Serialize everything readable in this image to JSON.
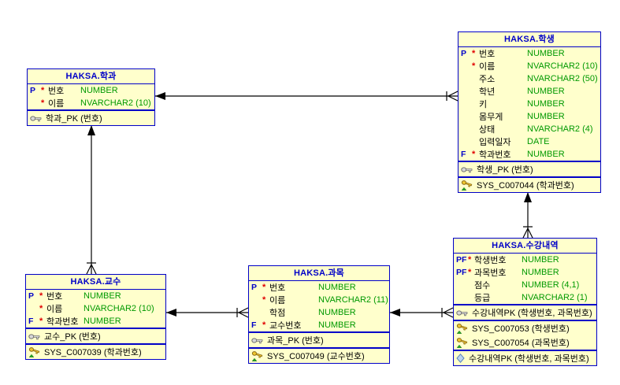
{
  "diagram_title": "HAKSA schema ER diagram",
  "colors": {
    "table_fill": "#FFFFCC",
    "table_border": "#0000C8",
    "title_text": "#0000C8",
    "column_name": "#000000",
    "column_type": "#009900",
    "key_marker": "#0000C8",
    "required_star": "#E00000",
    "relationship_line": "#000000",
    "background": "#FFFFFF"
  },
  "tables": [
    {
      "id": "hakgwa",
      "title": "HAKSA.학과",
      "columns": [
        {
          "marker": "P",
          "star": "*",
          "name": "번호",
          "type": "NUMBER"
        },
        {
          "marker": "",
          "star": "*",
          "name": "이름",
          "type": "NVARCHAR2 (10)"
        }
      ],
      "pk_rows": [
        {
          "icon": "pk-key",
          "label": "학과_PK (번호)"
        }
      ],
      "fk_rows": [],
      "index_rows": []
    },
    {
      "id": "haksaeng",
      "title": "HAKSA.학생",
      "columns": [
        {
          "marker": "P",
          "star": "*",
          "name": "번호",
          "type": "NUMBER"
        },
        {
          "marker": "",
          "star": "*",
          "name": "이름",
          "type": "NVARCHAR2 (10)"
        },
        {
          "marker": "",
          "star": "",
          "name": "주소",
          "type": "NVARCHAR2 (50)"
        },
        {
          "marker": "",
          "star": "",
          "name": "학년",
          "type": "NUMBER"
        },
        {
          "marker": "",
          "star": "",
          "name": "키",
          "type": "NUMBER"
        },
        {
          "marker": "",
          "star": "",
          "name": "몸무게",
          "type": "NUMBER"
        },
        {
          "marker": "",
          "star": "",
          "name": "상태",
          "type": "NVARCHAR2 (4)"
        },
        {
          "marker": "",
          "star": "",
          "name": "입력일자",
          "type": "DATE"
        },
        {
          "marker": "F",
          "star": "*",
          "name": "학과번호",
          "type": "NUMBER"
        }
      ],
      "pk_rows": [
        {
          "icon": "pk-key",
          "label": "학생_PK (번호)"
        }
      ],
      "fk_rows": [
        {
          "icon": "fk-key",
          "label": "SYS_C007044 (학과번호)"
        }
      ],
      "index_rows": []
    },
    {
      "id": "sugangnaeyeok",
      "title": "HAKSA.수강내역",
      "columns": [
        {
          "marker": "PF",
          "star": "*",
          "name": "학생번호",
          "type": "NUMBER"
        },
        {
          "marker": "PF",
          "star": "*",
          "name": "과목번호",
          "type": "NUMBER"
        },
        {
          "marker": "",
          "star": "",
          "name": "점수",
          "type": "NUMBER (4,1)"
        },
        {
          "marker": "",
          "star": "",
          "name": "등급",
          "type": "NVARCHAR2 (1)"
        }
      ],
      "pk_rows": [
        {
          "icon": "pk-key",
          "label": "수강내역PK (학생번호, 과목번호)"
        }
      ],
      "fk_rows": [
        {
          "icon": "fk-key",
          "label": "SYS_C007053 (학생번호)"
        },
        {
          "icon": "fk-key",
          "label": "SYS_C007054 (과목번호)"
        }
      ],
      "index_rows": [
        {
          "icon": "unique-index",
          "label": "수강내역PK (학생번호, 과목번호)"
        }
      ]
    },
    {
      "id": "gyosu",
      "title": "HAKSA.교수",
      "columns": [
        {
          "marker": "P",
          "star": "*",
          "name": "번호",
          "type": "NUMBER"
        },
        {
          "marker": "",
          "star": "*",
          "name": "이름",
          "type": "NVARCHAR2 (10)"
        },
        {
          "marker": "F",
          "star": "*",
          "name": "학과번호",
          "type": "NUMBER"
        }
      ],
      "pk_rows": [
        {
          "icon": "pk-key",
          "label": "교수_PK (번호)"
        }
      ],
      "fk_rows": [
        {
          "icon": "fk-key",
          "label": "SYS_C007039 (학과번호)"
        }
      ],
      "index_rows": []
    },
    {
      "id": "gwamok",
      "title": "HAKSA.과목",
      "columns": [
        {
          "marker": "P",
          "star": "*",
          "name": "번호",
          "type": "NUMBER"
        },
        {
          "marker": "",
          "star": "*",
          "name": "이름",
          "type": "NVARCHAR2 (11)"
        },
        {
          "marker": "",
          "star": "",
          "name": "학점",
          "type": "NUMBER"
        },
        {
          "marker": "F",
          "star": "*",
          "name": "교수번호",
          "type": "NUMBER"
        }
      ],
      "pk_rows": [
        {
          "icon": "pk-key",
          "label": "과목_PK (번호)"
        }
      ],
      "fk_rows": [
        {
          "icon": "fk-key",
          "label": "SYS_C007049 (교수번호)"
        }
      ],
      "index_rows": []
    }
  ],
  "relationships": [
    {
      "from": "HAKSA.학생",
      "to": "HAKSA.학과",
      "from_end": "crow-foot-many",
      "to_end": "arrow-one"
    },
    {
      "from": "HAKSA.교수",
      "to": "HAKSA.학과",
      "from_end": "crow-foot-many",
      "to_end": "arrow-one"
    },
    {
      "from": "HAKSA.과목",
      "to": "HAKSA.교수",
      "from_end": "crow-foot-many",
      "to_end": "arrow-one"
    },
    {
      "from": "HAKSA.수강내역",
      "to": "HAKSA.과목",
      "from_end": "crow-foot-many",
      "to_end": "arrow-one"
    },
    {
      "from": "HAKSA.수강내역",
      "to": "HAKSA.학생",
      "from_end": "crow-foot-many",
      "to_end": "arrow-one"
    }
  ]
}
